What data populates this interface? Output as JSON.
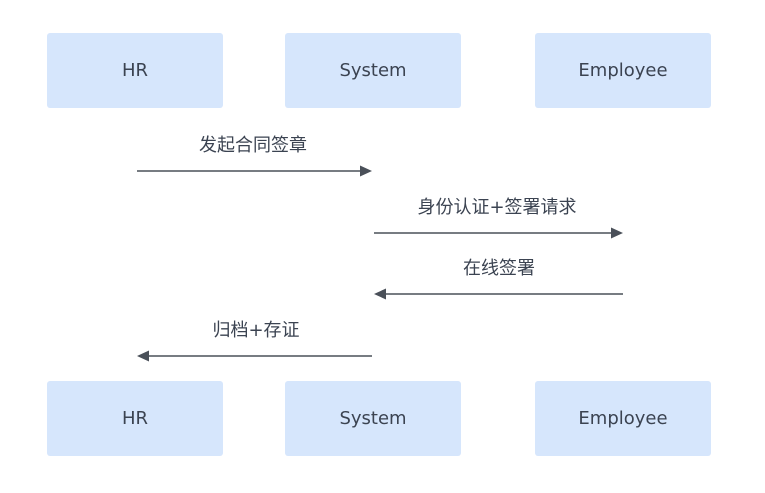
{
  "participants": [
    {
      "id": "hr",
      "label": "HR"
    },
    {
      "id": "system",
      "label": "System"
    },
    {
      "id": "employee",
      "label": "Employee"
    }
  ],
  "messages": [
    {
      "from": "HR",
      "to": "System",
      "label": "发起合同签章"
    },
    {
      "from": "System",
      "to": "Employee",
      "label": "身份认证+签署请求"
    },
    {
      "from": "Employee",
      "to": "System",
      "label": "在线签署"
    },
    {
      "from": "System",
      "to": "HR",
      "label": "归档+存证"
    }
  ],
  "colors": {
    "actor_fill": "#d6e6fc",
    "text": "#3b4351",
    "arrow": "#4a5059"
  }
}
